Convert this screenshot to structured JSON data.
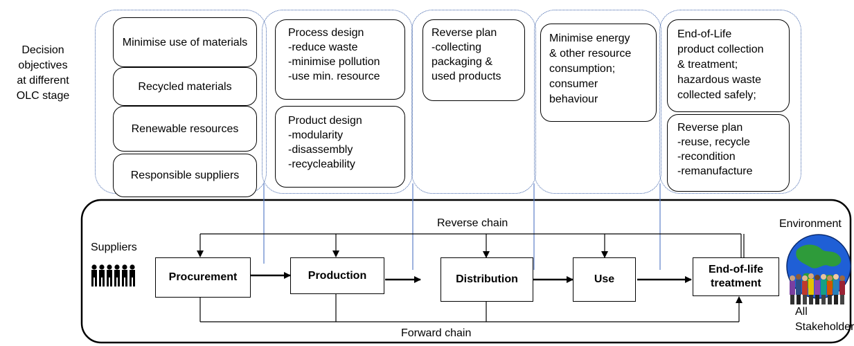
{
  "decision_label": [
    "Decision",
    "objectives",
    "at different",
    "OLC stage"
  ],
  "columns": {
    "procurement_boxes": [
      "Minimise use of materials",
      "Recycled materials",
      "Renewable resources",
      "Responsible suppliers"
    ],
    "production_boxes": [
      [
        "Process design",
        "-reduce waste",
        "-minimise pollution",
        "-use min. resource"
      ],
      [
        "Product design",
        "-modularity",
        "-disassembly",
        "-recycleability"
      ]
    ],
    "distribution_box": [
      "Reverse plan",
      "-collecting",
      "packaging &",
      "used products"
    ],
    "use_box": [
      "Minimise energy",
      "& other resource",
      "consumption;",
      "consumer",
      "behaviour"
    ],
    "eol_boxes": [
      [
        "End-of-Life",
        "product collection",
        "& treatment;",
        "hazardous waste",
        "collected safely;"
      ],
      [
        "Reverse plan",
        "-reuse, recycle",
        "-recondition",
        "-remanufacture"
      ]
    ]
  },
  "chain": {
    "stages": [
      "Procurement",
      "Production",
      "Distribution",
      "Use",
      "End-of-life treatment"
    ],
    "reverse_label": "Reverse chain",
    "forward_label": "Forward chain",
    "suppliers_label": "Suppliers",
    "environment_label": "Environment",
    "stakeholders_label": [
      "All",
      "Stakeholders"
    ]
  },
  "colors": {
    "group_border": "#3a5fa8",
    "connector": "#5b7fc7",
    "globe_ocean": "#1f5fd6",
    "globe_land": "#2e9b3a"
  }
}
